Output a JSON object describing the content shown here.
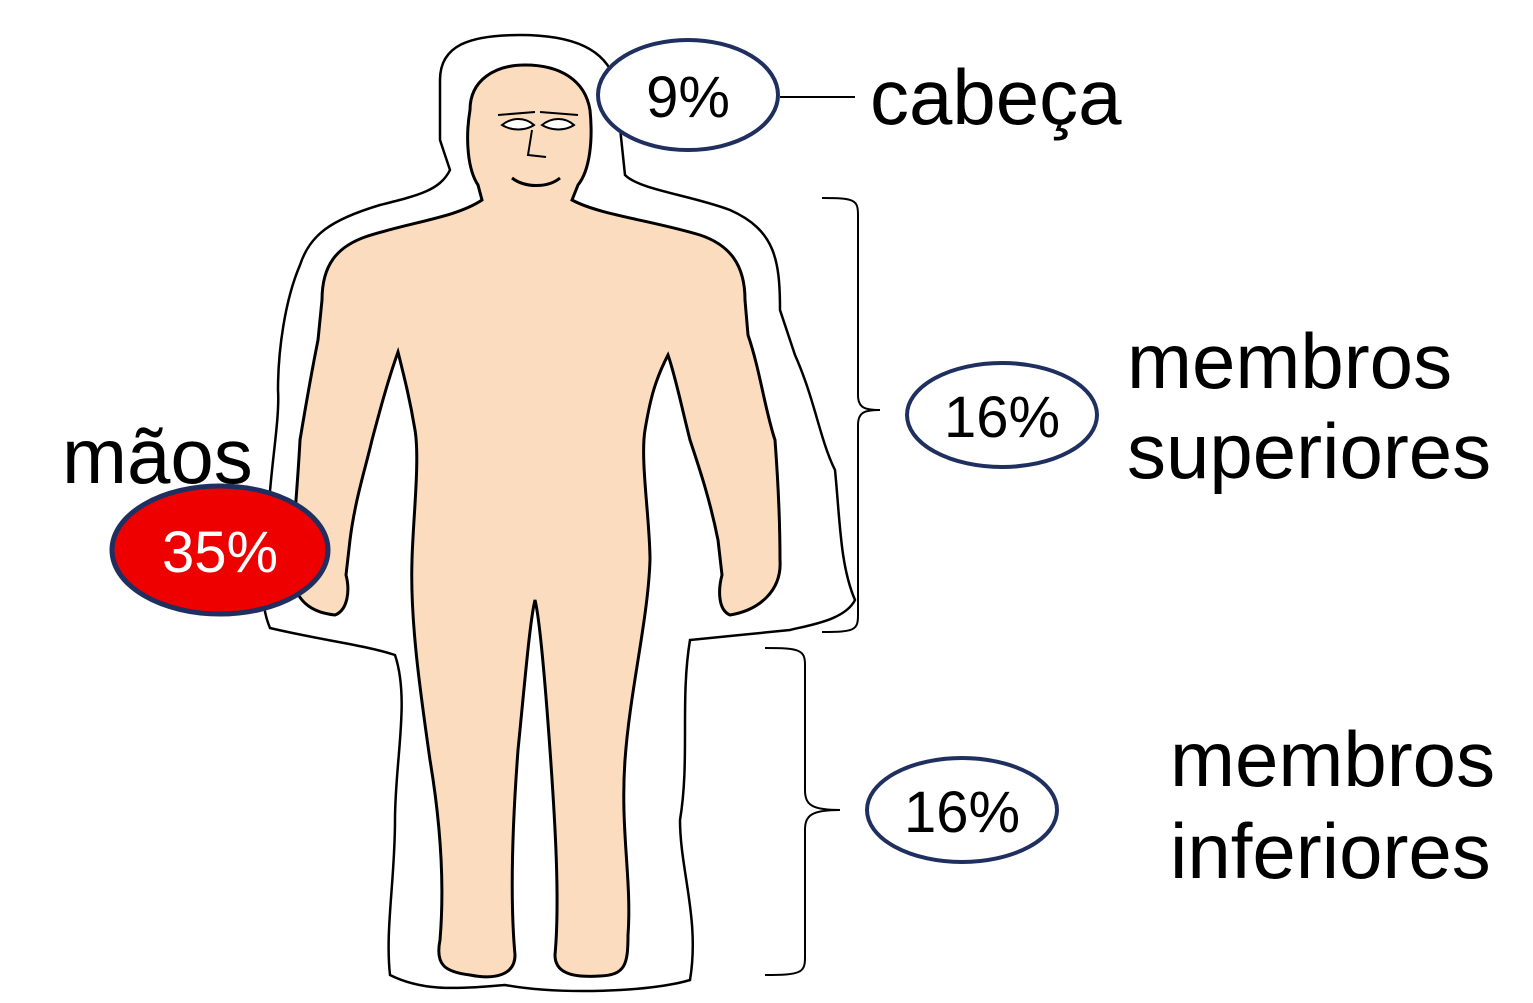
{
  "colors": {
    "skin": "#fcdcbe",
    "outline": "#000000",
    "ellipse_border": "#1f2f5f",
    "ellipse_fill": "#ffffff",
    "highlight_fill": "#ee0000",
    "highlight_text": "#ffffff"
  },
  "labels": {
    "head": "cabeça",
    "upper_line1": "membros",
    "upper_line2": "superiores",
    "lower_line1": "membros",
    "lower_line2": "inferiores",
    "hands": "mãos"
  },
  "percentages": {
    "head": "9%",
    "upper": "16%",
    "lower": "16%",
    "hands": "35%"
  }
}
